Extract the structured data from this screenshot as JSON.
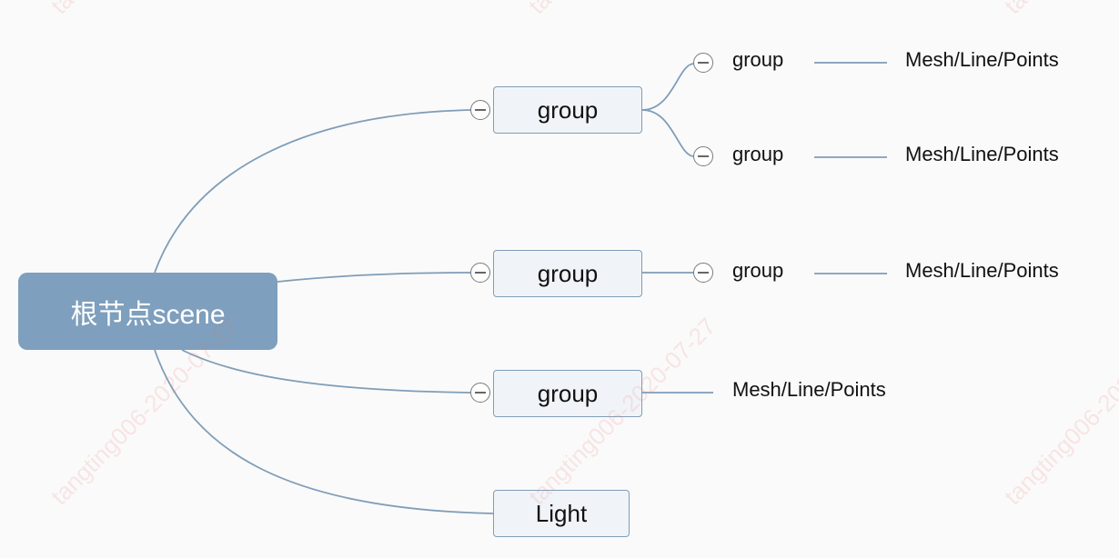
{
  "root": {
    "label": "根节点scene"
  },
  "nodes": [
    {
      "label": "group"
    },
    {
      "label": "group"
    },
    {
      "label": "group"
    },
    {
      "label": "Light"
    }
  ],
  "sub_nodes": [
    {
      "label": "group",
      "leaf": "Mesh/Line/Points"
    },
    {
      "label": "group",
      "leaf": "Mesh/Line/Points"
    },
    {
      "label": "group",
      "leaf": "Mesh/Line/Points"
    }
  ],
  "direct_leaf": {
    "label": "Mesh/Line/Points"
  },
  "watermark": "tangting006-2020-07-27",
  "colors": {
    "root_fill": "#7e9fbd",
    "box_fill": "#f0f4f8",
    "line": "#7f9db8",
    "watermark": "#f07878"
  }
}
